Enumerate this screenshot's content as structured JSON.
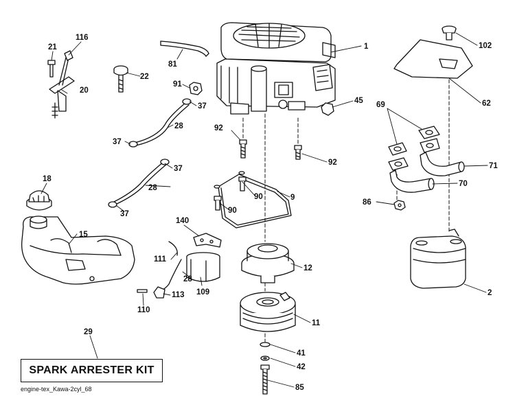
{
  "labels": [
    {
      "id": "1",
      "text": "1"
    },
    {
      "id": "2",
      "text": "2"
    },
    {
      "id": "9",
      "text": "9"
    },
    {
      "id": "11",
      "text": "11"
    },
    {
      "id": "12",
      "text": "12"
    },
    {
      "id": "15",
      "text": "15"
    },
    {
      "id": "18",
      "text": "18"
    },
    {
      "id": "20",
      "text": "20"
    },
    {
      "id": "21",
      "text": "21"
    },
    {
      "id": "22",
      "text": "22"
    },
    {
      "id": "28",
      "text": "28"
    },
    {
      "id": "29",
      "text": "29"
    },
    {
      "id": "37",
      "text": "37"
    },
    {
      "id": "41",
      "text": "41"
    },
    {
      "id": "42",
      "text": "42"
    },
    {
      "id": "45",
      "text": "45"
    },
    {
      "id": "62",
      "text": "62"
    },
    {
      "id": "69",
      "text": "69"
    },
    {
      "id": "70",
      "text": "70"
    },
    {
      "id": "71",
      "text": "71"
    },
    {
      "id": "81",
      "text": "81"
    },
    {
      "id": "85",
      "text": "85"
    },
    {
      "id": "86",
      "text": "86"
    },
    {
      "id": "90",
      "text": "90"
    },
    {
      "id": "91",
      "text": "91"
    },
    {
      "id": "92",
      "text": "92"
    },
    {
      "id": "102",
      "text": "102"
    },
    {
      "id": "109",
      "text": "109"
    },
    {
      "id": "110",
      "text": "110"
    },
    {
      "id": "111",
      "text": "111"
    },
    {
      "id": "113",
      "text": "113"
    },
    {
      "id": "116",
      "text": "116"
    },
    {
      "id": "140",
      "text": "140"
    }
  ],
  "kit_label": "SPARK ARRESTER KIT",
  "footer": "engine-tex_Kawa-2cyl_68"
}
